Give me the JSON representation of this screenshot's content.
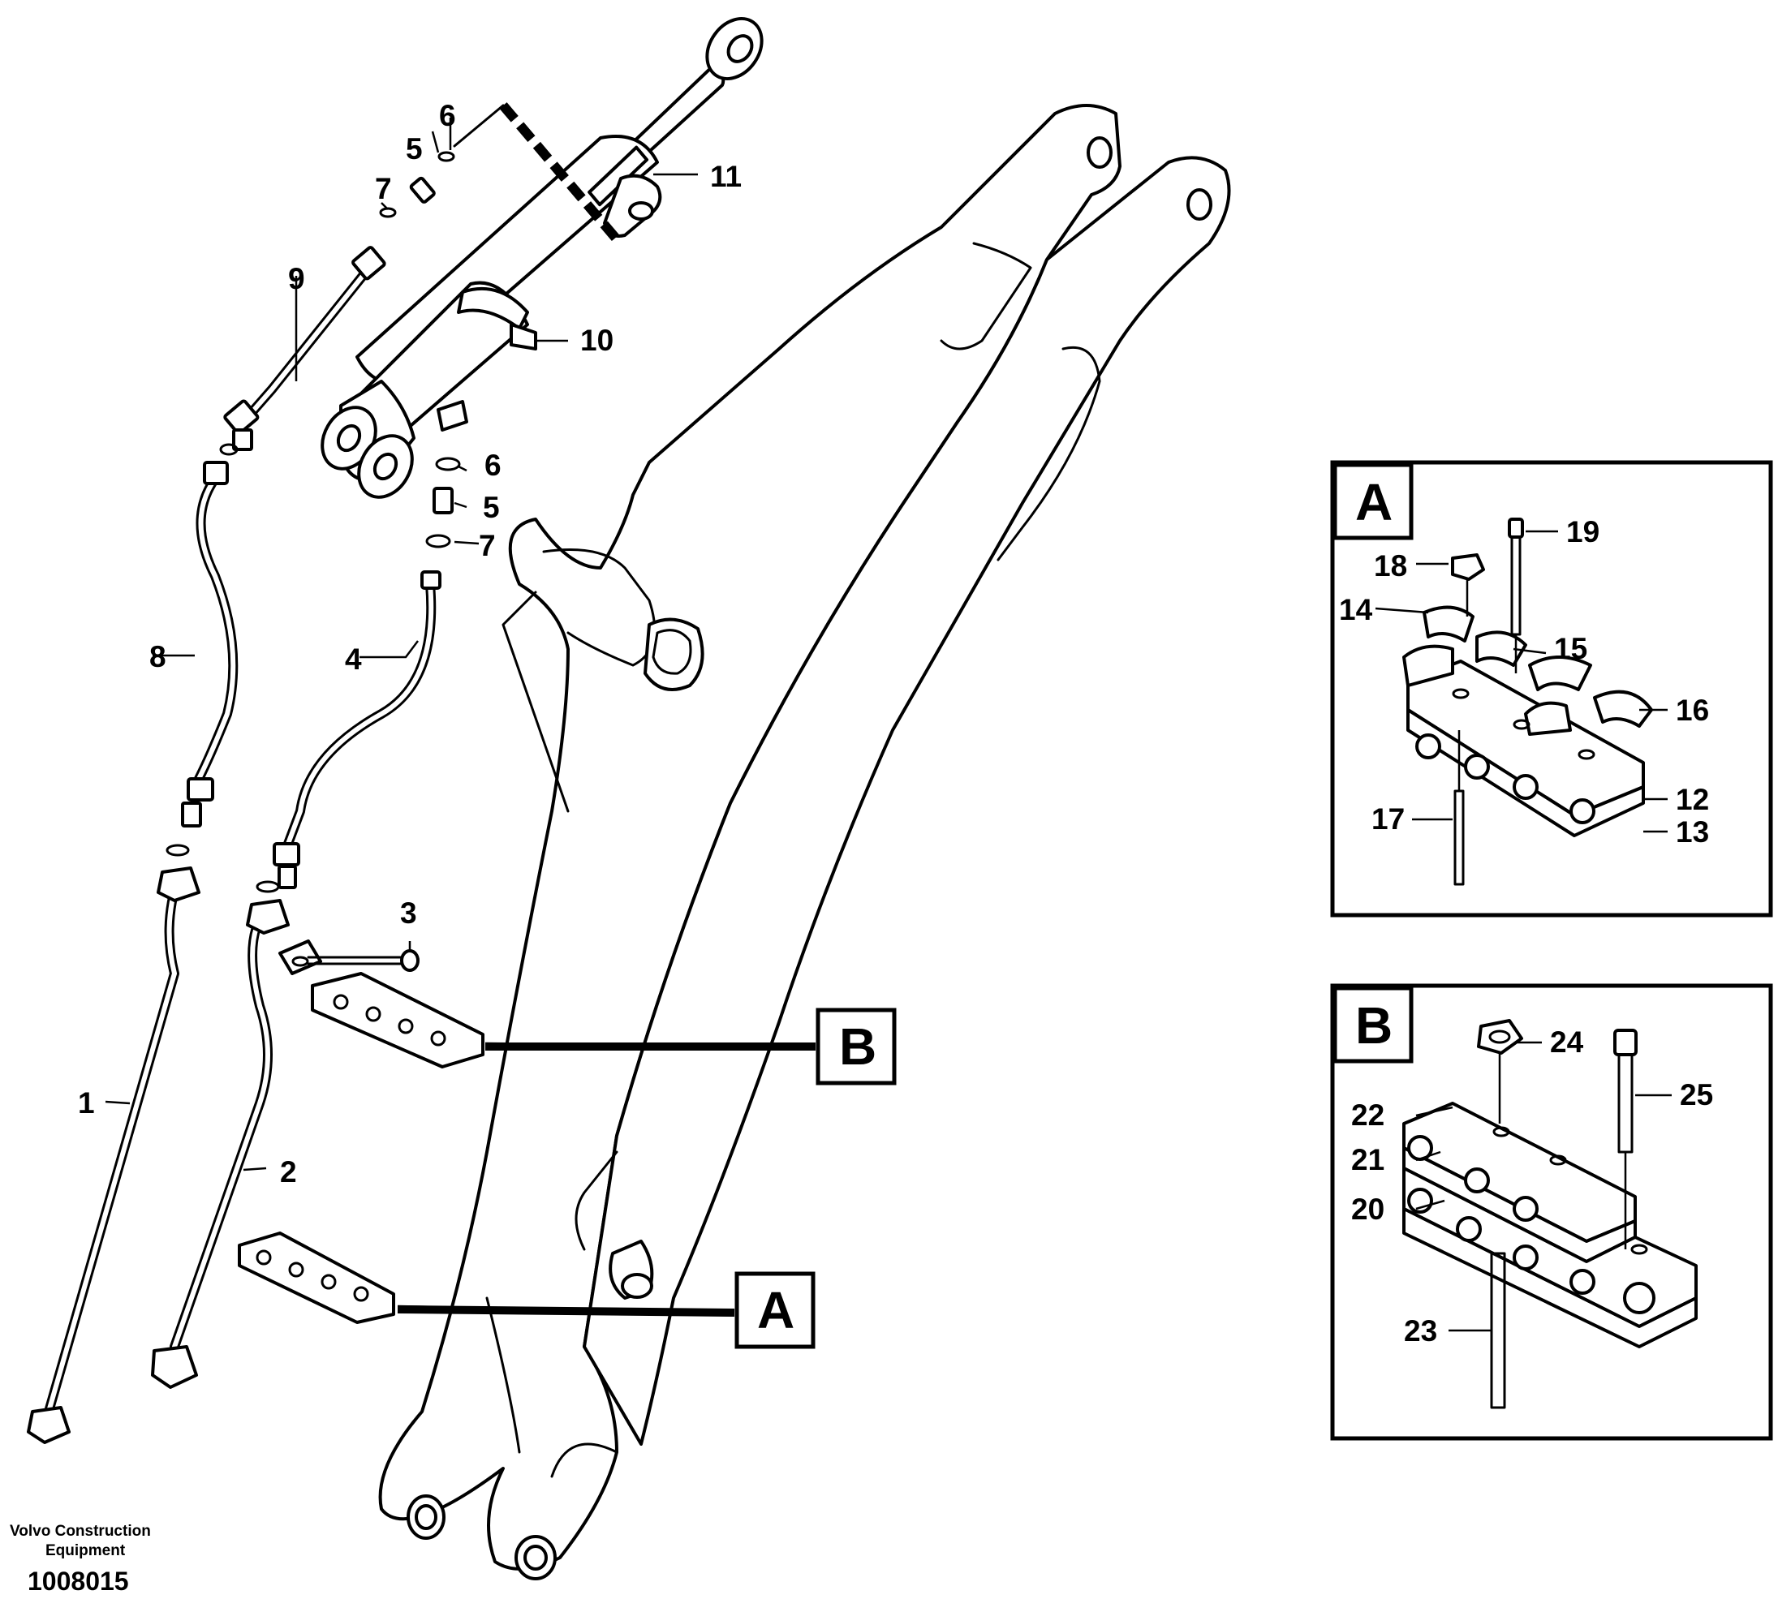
{
  "callouts": {
    "c1": "1",
    "c2": "2",
    "c3": "3",
    "c4": "4",
    "c5a": "5",
    "c5b": "5",
    "c6a": "6",
    "c6b": "6",
    "c7a": "7",
    "c7b": "7",
    "c8": "8",
    "c9": "9",
    "c10": "10",
    "c11": "11",
    "c12": "12",
    "c13": "13",
    "c14": "14",
    "c15": "15",
    "c16": "16",
    "c17": "17",
    "c18": "18",
    "c19": "19",
    "c20": "20",
    "c21": "21",
    "c22": "22",
    "c23": "23",
    "c24": "24",
    "c25": "25"
  },
  "detail_refs": {
    "a_main": "A",
    "b_main": "B"
  },
  "detail_boxes": {
    "a_title": "A",
    "b_title": "B"
  },
  "footer": {
    "brand_line1": "Volvo Construction",
    "brand_line2": "Equipment",
    "figure_id": "1008015"
  }
}
